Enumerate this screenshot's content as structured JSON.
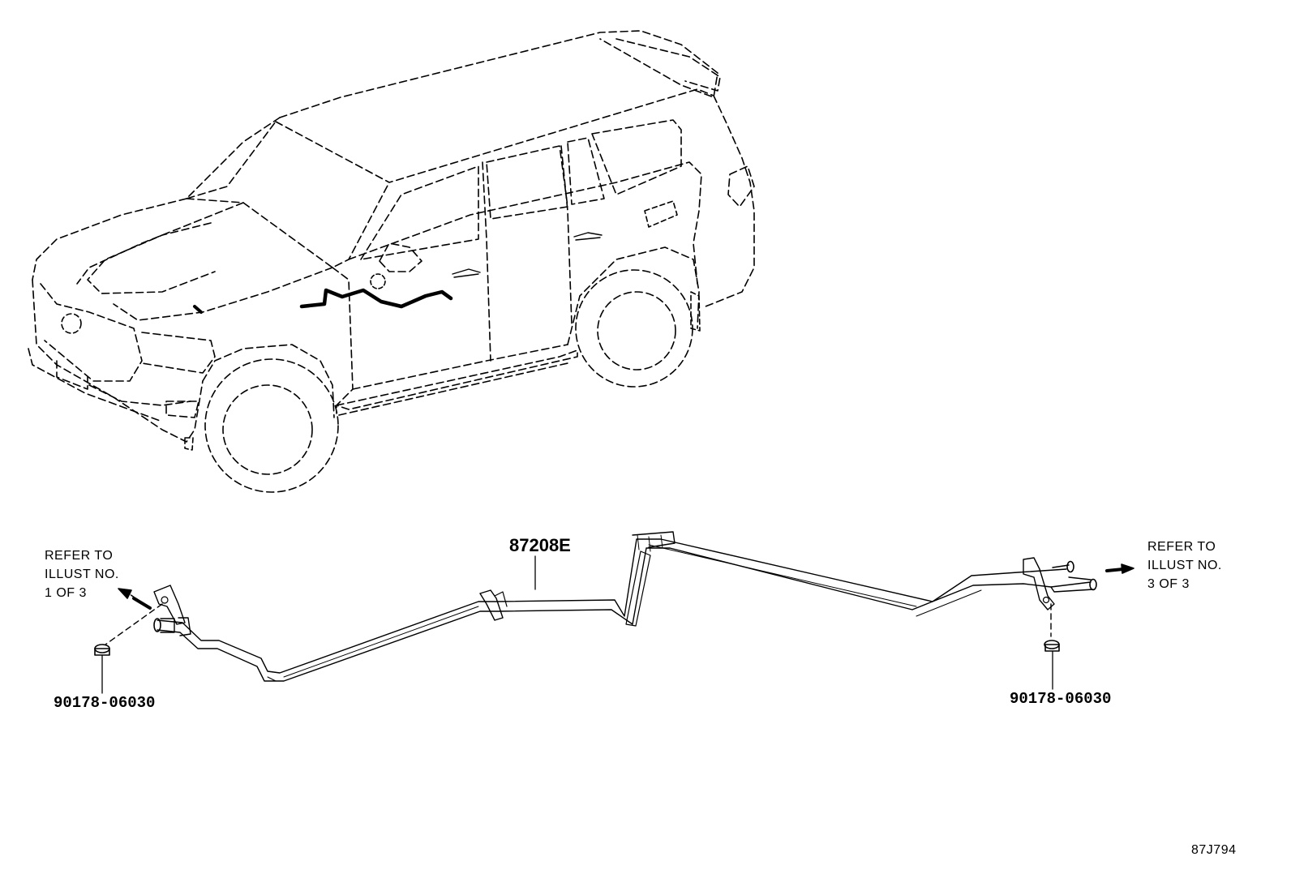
{
  "parts": {
    "main_pipe": "87208E",
    "clip_left": "90178-06030",
    "clip_right": "90178-06030"
  },
  "refs": {
    "left": [
      "REFER TO",
      "ILLUST NO.",
      "1 OF 3"
    ],
    "right": [
      "REFER TO",
      "ILLUST NO.",
      "3 OF 3"
    ]
  },
  "figure_id": "87J794",
  "colors": {
    "line": "#000000",
    "background": "#ffffff"
  }
}
